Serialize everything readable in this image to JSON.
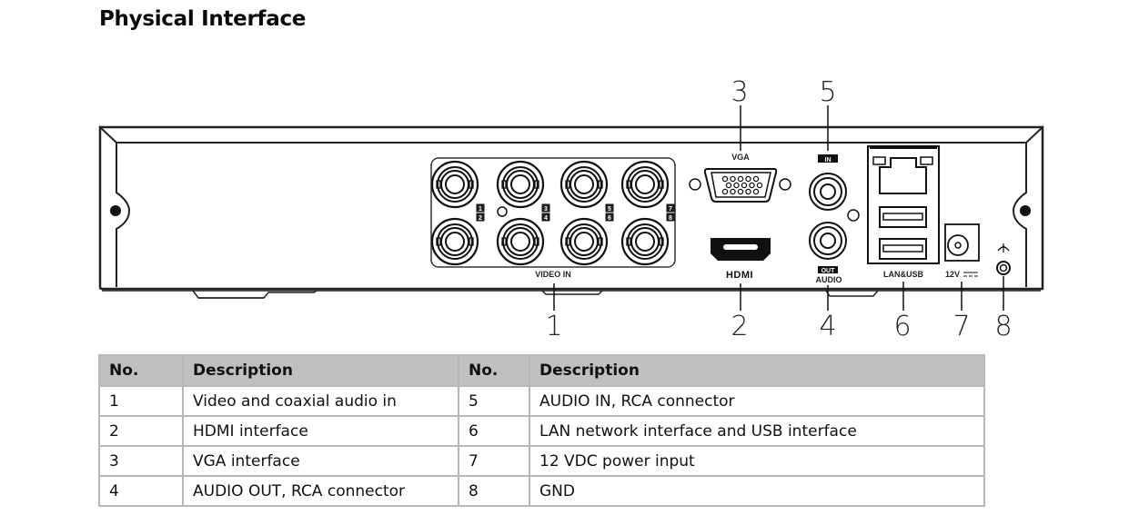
{
  "page": {
    "title": "Physical Interface"
  },
  "diagram": {
    "callouts": [
      "1",
      "2",
      "3",
      "4",
      "5",
      "6",
      "7",
      "8"
    ],
    "labels": {
      "video_in": "VIDEO IN",
      "vga": "VGA",
      "hdmi": "HDMI",
      "audio_in_tag": "IN",
      "audio_out_tag": "OUT",
      "audio": "AUDIO",
      "lan_usb": "LAN&USB",
      "power": "12V",
      "bnc_numbers": [
        "1",
        "2",
        "3",
        "4",
        "5",
        "6",
        "7",
        "8"
      ]
    }
  },
  "table": {
    "headers": [
      "No.",
      "Description",
      "No.",
      "Description"
    ],
    "rows": [
      {
        "no_left": "1",
        "desc_left": "Video and coaxial audio in",
        "no_right": "5",
        "desc_right": "AUDIO IN, RCA connector"
      },
      {
        "no_left": "2",
        "desc_left": "HDMI interface",
        "no_right": "6",
        "desc_right": "LAN network interface and USB interface"
      },
      {
        "no_left": "3",
        "desc_left": "VGA interface",
        "no_right": "7",
        "desc_right": "12 VDC power input"
      },
      {
        "no_left": "4",
        "desc_left": "AUDIO OUT, RCA connector",
        "no_right": "8",
        "desc_right": "GND"
      }
    ]
  }
}
